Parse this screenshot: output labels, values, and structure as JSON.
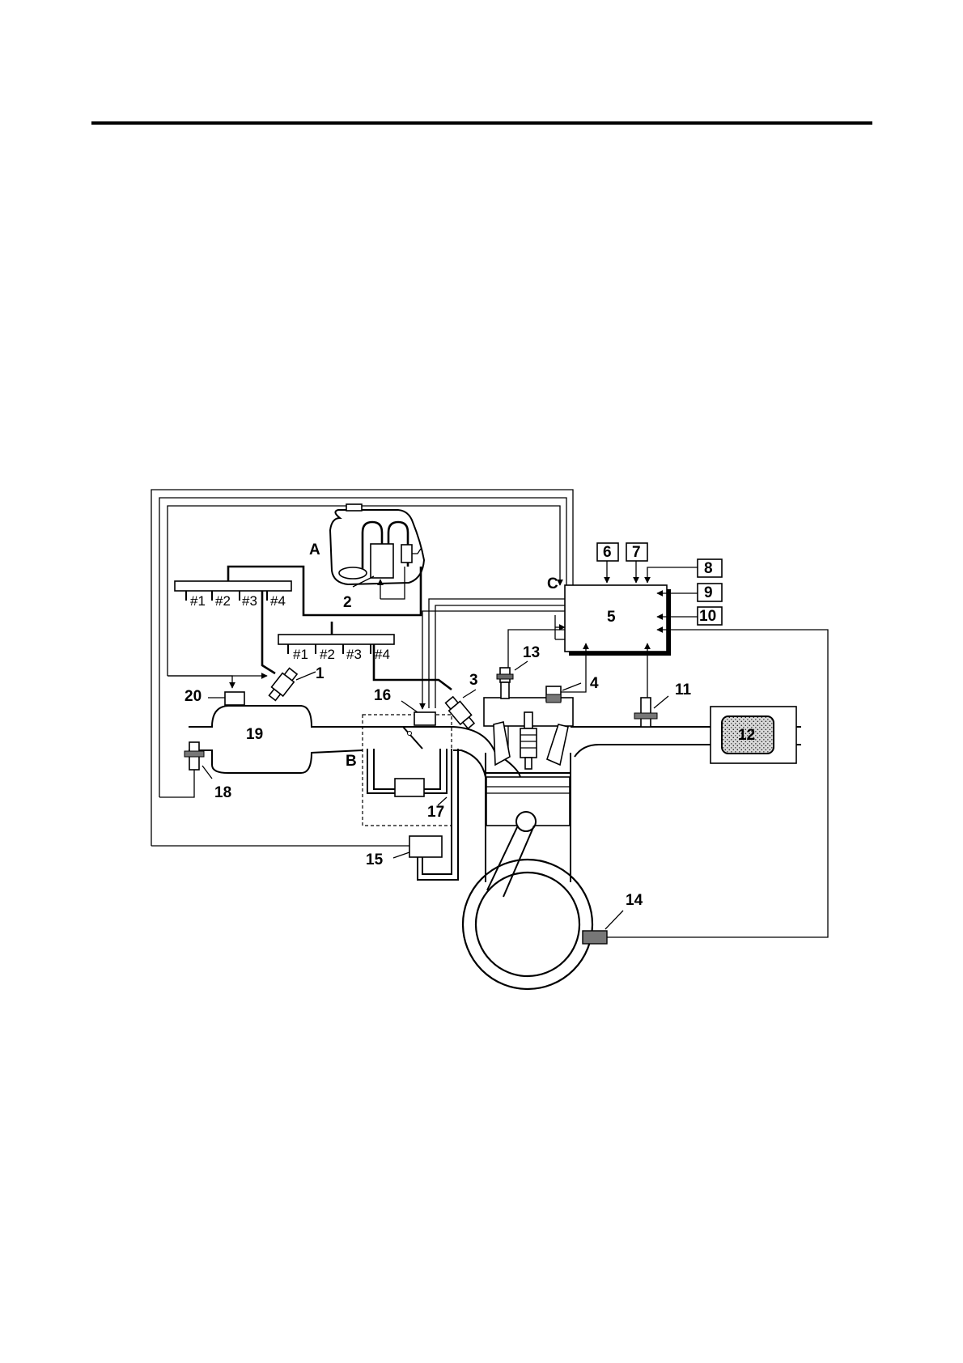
{
  "diagram": {
    "section_labels": {
      "a": "A",
      "b": "B",
      "c": "C"
    },
    "callouts": {
      "n1": "1",
      "n2": "2",
      "n3": "3",
      "n4": "4",
      "n5": "5",
      "n6": "6",
      "n7": "7",
      "n8": "8",
      "n9": "9",
      "n10": "10",
      "n11": "11",
      "n12": "12",
      "n13": "13",
      "n14": "14",
      "n15": "15",
      "n16": "16",
      "n17": "17",
      "n18": "18",
      "n19": "19",
      "n20": "20"
    },
    "upper_rail_cylinders": [
      "#1",
      "#2",
      "#3",
      "#4"
    ],
    "lower_rail_cylinders": [
      "#1",
      "#2",
      "#3",
      "#4"
    ]
  }
}
